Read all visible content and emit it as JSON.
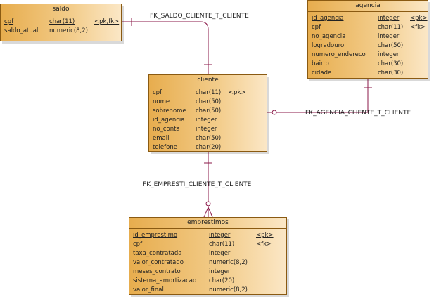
{
  "relationships": {
    "fk_saldo": "FK_SALDO_CLIENTE_T_CLIENTE",
    "fk_agencia": "FK_AGENCIA_CLIENTE_T_CLIENTE",
    "fk_emprest": "FK_EMPRESTI_CLIENTE_T_CLIENTE"
  },
  "entities": {
    "saldo": {
      "name": "saldo",
      "columns": [
        {
          "name": "cpf",
          "type": "char(11)",
          "key": "<pk,fk>"
        },
        {
          "name": "saldo_atual",
          "type": "numeric(8,2)",
          "key": ""
        }
      ]
    },
    "agencia": {
      "name": "agencia",
      "columns": [
        {
          "name": "id_agencia",
          "type": "integer",
          "key": "<pk>"
        },
        {
          "name": "cpf",
          "type": "char(11)",
          "key": "<fk>"
        },
        {
          "name": "no_agencia",
          "type": "integer",
          "key": ""
        },
        {
          "name": "logradouro",
          "type": "char(50)",
          "key": ""
        },
        {
          "name": "numero_endereco",
          "type": "integer",
          "key": ""
        },
        {
          "name": "bairro",
          "type": "char(30)",
          "key": ""
        },
        {
          "name": "cidade",
          "type": "char(30)",
          "key": ""
        }
      ]
    },
    "cliente": {
      "name": "cliente",
      "columns": [
        {
          "name": "cpf",
          "type": "char(11)",
          "key": "<pk>"
        },
        {
          "name": "nome",
          "type": "char(50)",
          "key": ""
        },
        {
          "name": "sobrenome",
          "type": "char(50)",
          "key": ""
        },
        {
          "name": "id_agencia",
          "type": "integer",
          "key": ""
        },
        {
          "name": "no_conta",
          "type": "integer",
          "key": ""
        },
        {
          "name": "email",
          "type": "char(50)",
          "key": ""
        },
        {
          "name": "telefone",
          "type": "char(20)",
          "key": ""
        }
      ]
    },
    "emprestimos": {
      "name": "emprestimos",
      "columns": [
        {
          "name": "id_emprestimo",
          "type": "integer",
          "key": "<pk>"
        },
        {
          "name": "cpf",
          "type": "char(11)",
          "key": "<fk>"
        },
        {
          "name": "taxa_contratada",
          "type": "integer",
          "key": ""
        },
        {
          "name": "valor_contratado",
          "type": "numeric(8,2)",
          "key": ""
        },
        {
          "name": "meses_contrato",
          "type": "integer",
          "key": ""
        },
        {
          "name": "sistema_amortizacao",
          "type": "char(20)",
          "key": ""
        },
        {
          "name": "valor_final",
          "type": "numeric(8,2)",
          "key": ""
        }
      ]
    }
  }
}
